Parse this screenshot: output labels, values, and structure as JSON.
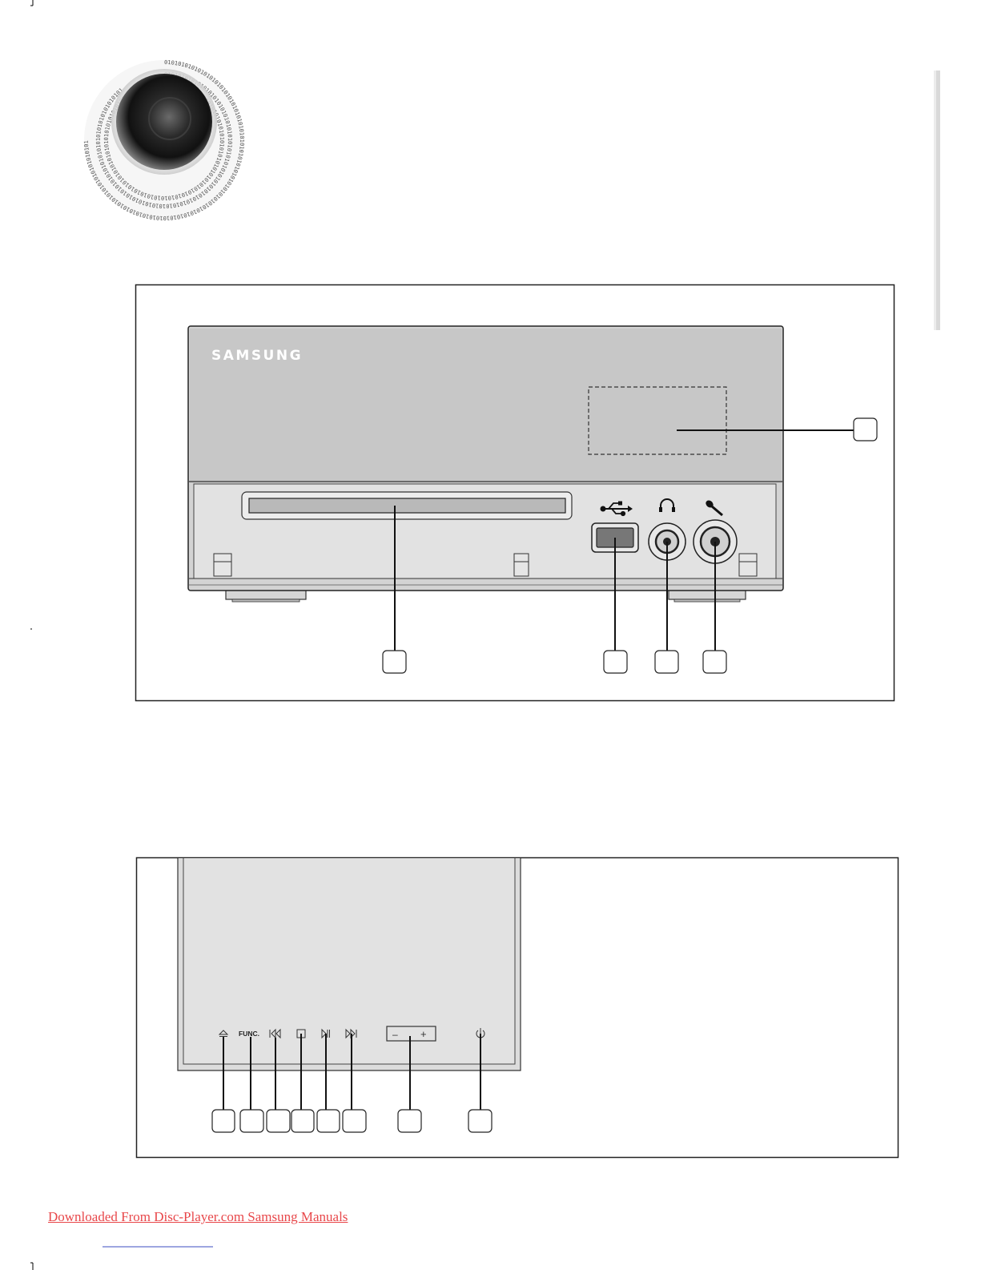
{
  "branding": {
    "logo_text": "SAMSUNG"
  },
  "top_panel": {
    "callouts": [
      {
        "id": "display-window",
        "label": ""
      },
      {
        "id": "disc-slot",
        "label": ""
      },
      {
        "id": "usb-port",
        "label": ""
      },
      {
        "id": "headphone-jack",
        "label": ""
      },
      {
        "id": "mic-jack",
        "label": ""
      }
    ]
  },
  "bottom_panel": {
    "func_label": "FUNC.",
    "volume_minus": "–",
    "volume_plus": "+",
    "buttons": [
      {
        "id": "eject",
        "icon": "eject-icon"
      },
      {
        "id": "function",
        "icon": "func-label"
      },
      {
        "id": "previous",
        "icon": "skip-back-icon"
      },
      {
        "id": "stop",
        "icon": "stop-icon"
      },
      {
        "id": "play-pause",
        "icon": "play-pause-icon"
      },
      {
        "id": "next",
        "icon": "skip-forward-icon"
      },
      {
        "id": "volume",
        "icon": "volume-minus-plus"
      },
      {
        "id": "power",
        "icon": "power-icon"
      }
    ]
  },
  "decoration": {
    "binary_ring": "0101010101010101010101010101010101010101010101010101010101010101010101010101010101010101010101010101010101"
  },
  "footer": {
    "link_text": "Downloaded From Disc-Player.com Samsung Manuals"
  }
}
